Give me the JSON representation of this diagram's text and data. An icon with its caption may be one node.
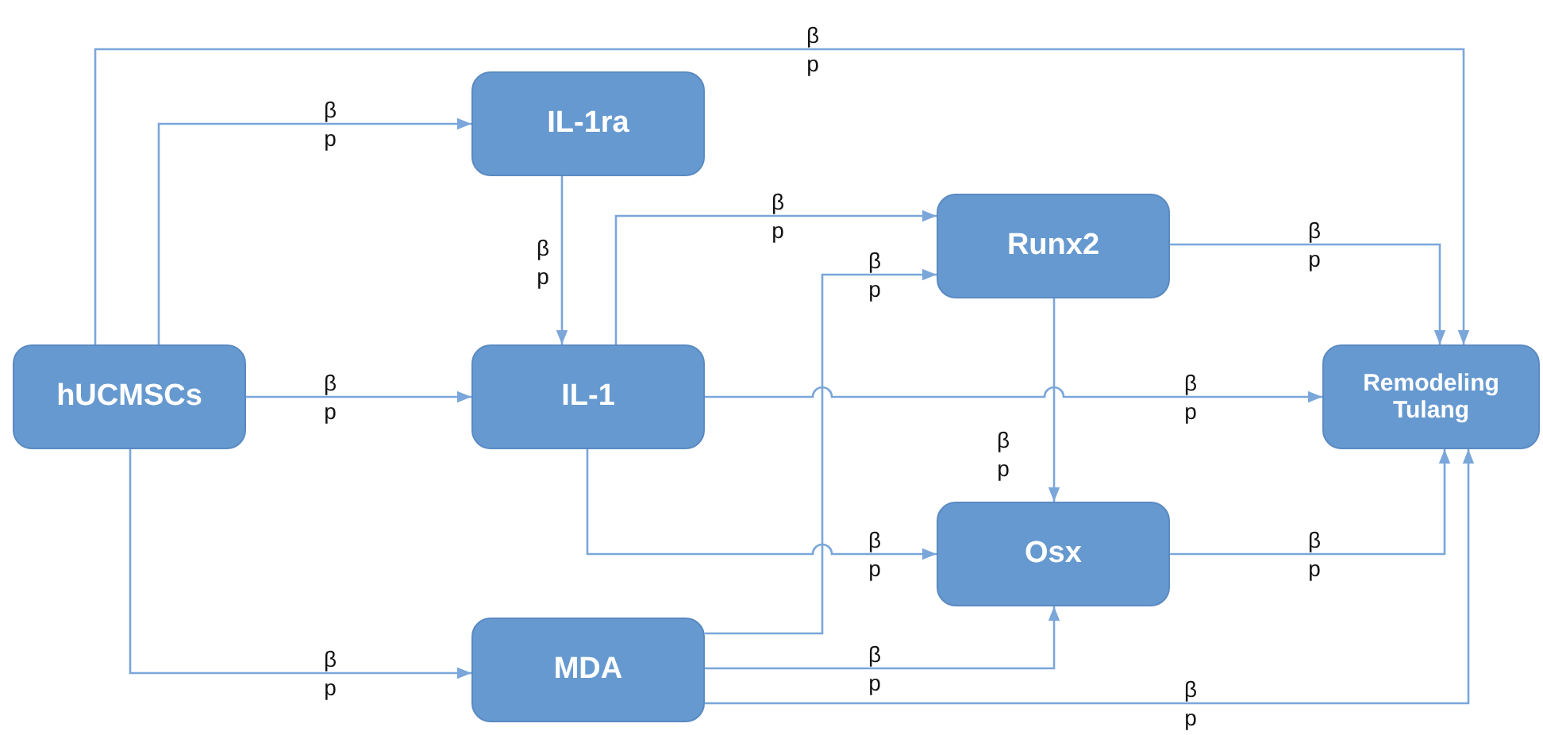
{
  "diagram": {
    "nodes": [
      {
        "text": [
          "hUCMSCs"
        ]
      },
      {
        "text": [
          "IL-1ra"
        ]
      },
      {
        "text": [
          "IL-1"
        ]
      },
      {
        "text": [
          "MDA"
        ]
      },
      {
        "text": [
          "Runx2"
        ]
      },
      {
        "text": [
          "Osx"
        ]
      },
      {
        "text": [
          "Remodeling Tulang"
        ]
      }
    ],
    "edges": [
      {
        "from": 0,
        "to": 6,
        "arrow": "to",
        "label": "β p"
      },
      {
        "from": 0,
        "to": 1,
        "arrow": "to",
        "label": "β p"
      },
      {
        "from": 0,
        "to": 2,
        "arrow": "to",
        "label": "β p"
      },
      {
        "from": 0,
        "to": 3,
        "arrow": "to",
        "label": "β p"
      },
      {
        "from": 1,
        "to": 2,
        "arrow": "to",
        "label": "β p"
      },
      {
        "from": 2,
        "to": 4,
        "arrow": "to",
        "label": "β p"
      },
      {
        "from": 2,
        "to": 6,
        "arrow": "to",
        "label": "β p"
      },
      {
        "from": 2,
        "to": 5,
        "arrow": "to",
        "label": "β p"
      },
      {
        "from": 3,
        "to": 4,
        "arrow": "to",
        "label": "β p"
      },
      {
        "from": 3,
        "to": 5,
        "arrow": "to",
        "label": "β p"
      },
      {
        "from": 3,
        "to": 6,
        "arrow": "to",
        "label": "β p"
      },
      {
        "from": 4,
        "to": 5,
        "arrow": "to",
        "label": "β p"
      },
      {
        "from": 4,
        "to": 6,
        "arrow": "to",
        "label": "β p"
      },
      {
        "from": 5,
        "to": 6,
        "arrow": "to",
        "label": "β p"
      }
    ]
  }
}
